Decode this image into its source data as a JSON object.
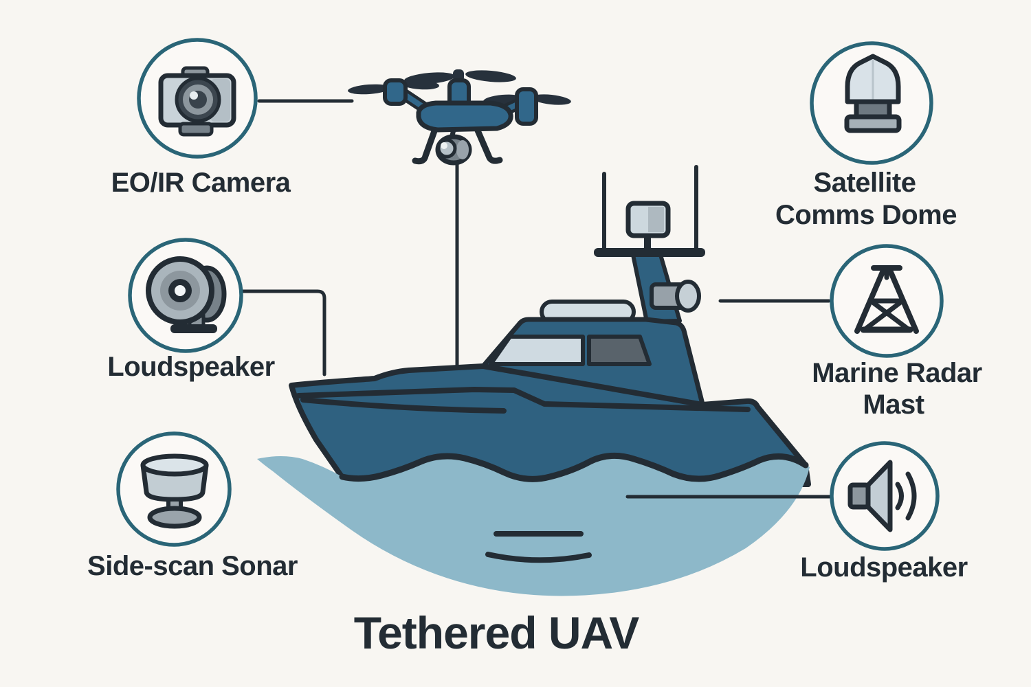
{
  "title": "Tethered UAV",
  "colors": {
    "background": "#f8f6f2",
    "outline_dark": "#232c34",
    "ring_teal": "#2a6577",
    "hull_blue": "#2f6180",
    "drone_blue": "#31678a",
    "water_blue": "#8db8c9",
    "panel_light": "#cfdae1",
    "window_dark": "#59636b",
    "metal_grey": "#8d979e",
    "metal_light": "#c6d0d6",
    "text": "#232c34"
  },
  "callouts": {
    "eo_ir_camera": {
      "label": "EO/IR Camera",
      "icon": "camera-icon",
      "side": "left"
    },
    "loudspeaker_left": {
      "label": "Loudspeaker",
      "icon": "horn-loudspeaker-icon",
      "side": "left"
    },
    "side_scan_sonar": {
      "label": "Side-scan Sonar",
      "icon": "sonar-transducer-icon",
      "side": "left"
    },
    "satellite_comms_dome": {
      "line1": "Satellite",
      "line2": "Comms Dome",
      "icon": "satcom-dome-icon",
      "side": "right"
    },
    "marine_radar_mast": {
      "line1": "Marine Radar",
      "line2": "Mast",
      "icon": "radar-lattice-mast-icon",
      "side": "right"
    },
    "loudspeaker_right": {
      "label": "Loudspeaker",
      "icon": "speaker-waves-icon",
      "side": "right"
    }
  }
}
